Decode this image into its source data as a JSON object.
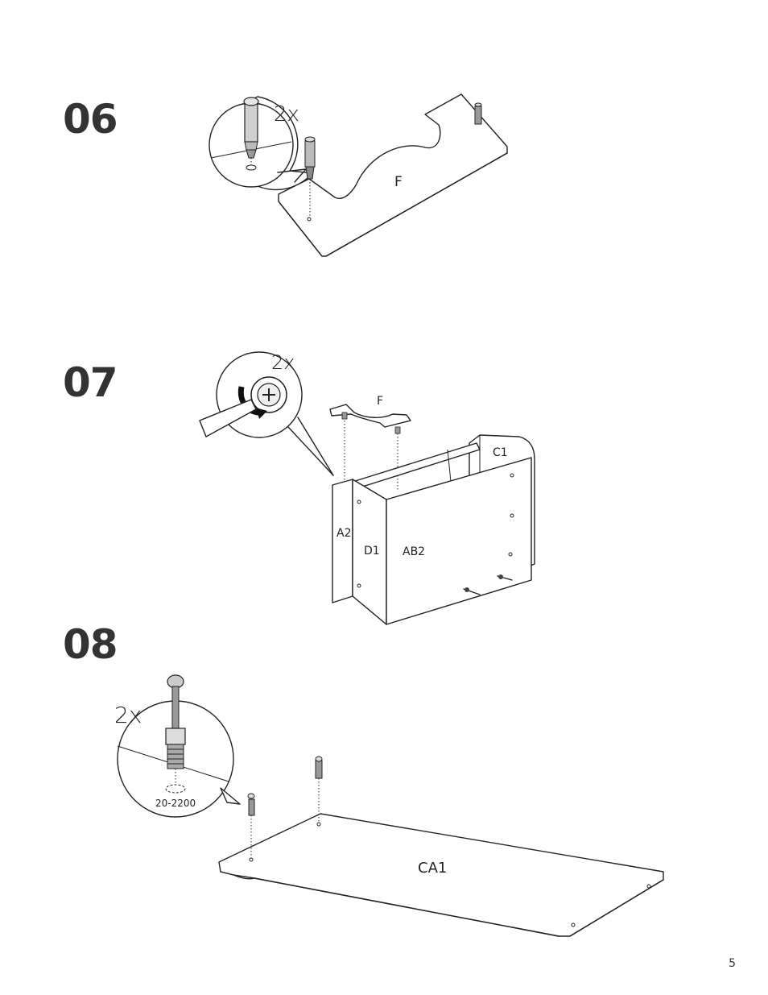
{
  "page_number": "5",
  "steps": [
    {
      "number": "06",
      "quantity": "2x",
      "part_label": "F"
    },
    {
      "number": "07",
      "quantity": "2x",
      "part_labels": {
        "f": "F",
        "c1": "C1",
        "a2": "A2",
        "d1": "D1",
        "ab2": "AB2"
      }
    },
    {
      "number": "08",
      "quantity": "2x",
      "part_number": "20-2200",
      "part_label": "CA1"
    }
  ]
}
